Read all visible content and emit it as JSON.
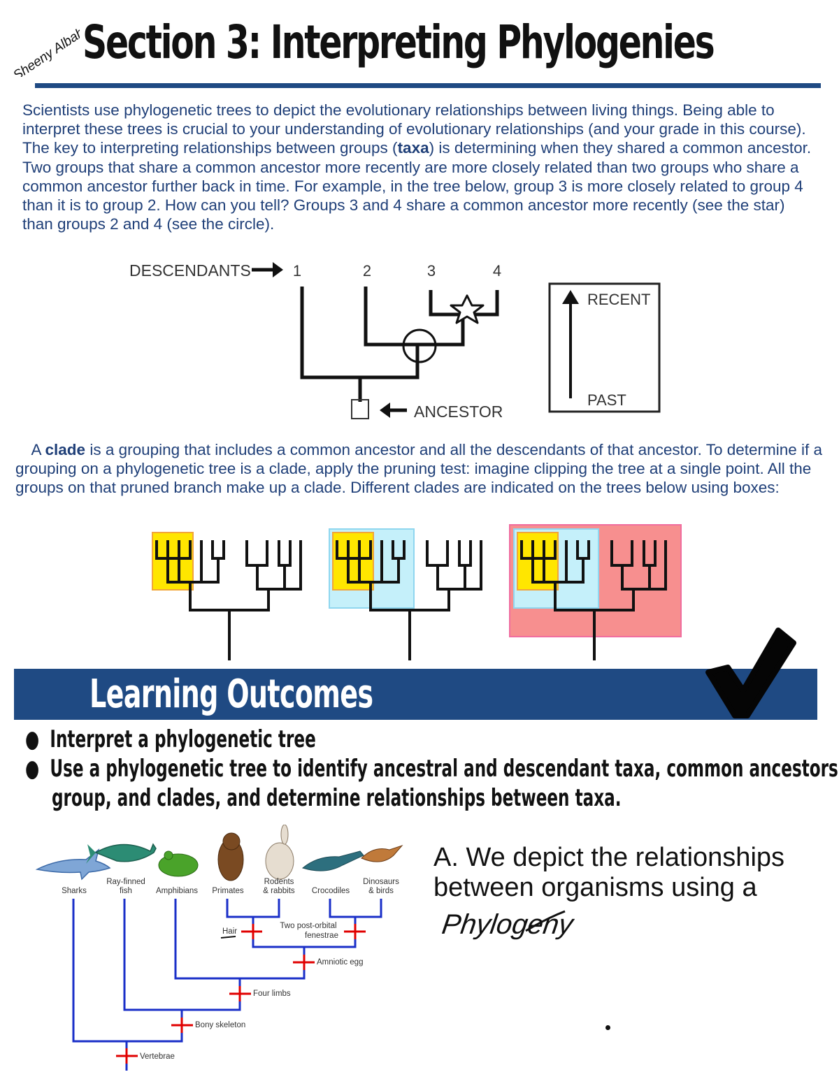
{
  "header": {
    "signature": "Sheeny Albah",
    "title": "Section 3: Interpreting Phylogenies"
  },
  "intro": {
    "text_before_taxa": "Scientists use phylogenetic trees to depict the evolutionary relationships between living things. Being able to interpret these trees is crucial to your understanding of evolutionary relationships (and your grade in this course). The key to interpreting relationships between groups (",
    "taxa": "taxa",
    "text_after_taxa": ") is determining when they shared a common ancestor. Two groups that share a common ancestor more recently are more closely related than two groups who share a common ancestor further back in time. For example, in the tree below, group 3 is more closely related to group 4 than it is to group 2. How can you tell? Groups 3 and 4 share a common ancestor more recently (see the star) than groups 2 and 4 (see the circle)."
  },
  "tree1": {
    "descendants_label": "DESCENDANTS",
    "tips": [
      "1",
      "2",
      "3",
      "4"
    ],
    "ancestor_label": "ANCESTOR",
    "time_box": {
      "recent": "RECENT",
      "past": "PAST"
    }
  },
  "clade_paragraph": {
    "lead": "A ",
    "clade": "clade",
    "text": " is a grouping that includes a common ancestor and all the descendants of that ancestor. To determine if a grouping on a phylogenetic tree is a clade, apply the pruning test: imagine clipping the tree at a single point. All the groups on that pruned branch make up a clade. Different clades are indicated on the trees below using boxes:"
  },
  "clade_colors": {
    "yellow": "#ffe600",
    "blue": "#c5f0fa",
    "red": "#f78f8f"
  },
  "learning_outcomes": {
    "title": "Learning Outcomes",
    "items": [
      "Interpret a phylogenetic tree",
      "Use a phylogenetic tree to identify ancestral and descendant taxa, common ancestors of a",
      "group, and clades, and determine relationships between taxa."
    ]
  },
  "vertebrate_tree": {
    "taxa": [
      "Sharks",
      "Ray-finned",
      "fish",
      "Amphibians",
      "Primates",
      "Rodents",
      "& rabbits",
      "Crocodiles",
      "Dinosaurs",
      "& birds"
    ],
    "traits": [
      "Hair",
      "Two post-orbital",
      "fenestrae",
      "Amniotic egg",
      "Four limbs",
      "Bony skeleton",
      "Vertebrae"
    ],
    "line_color": "#1a2fc8",
    "trait_color": "#e00000"
  },
  "question": {
    "text": "A. We depict the relationships between organisms using a",
    "handwritten_answer": "Phylogeny"
  }
}
